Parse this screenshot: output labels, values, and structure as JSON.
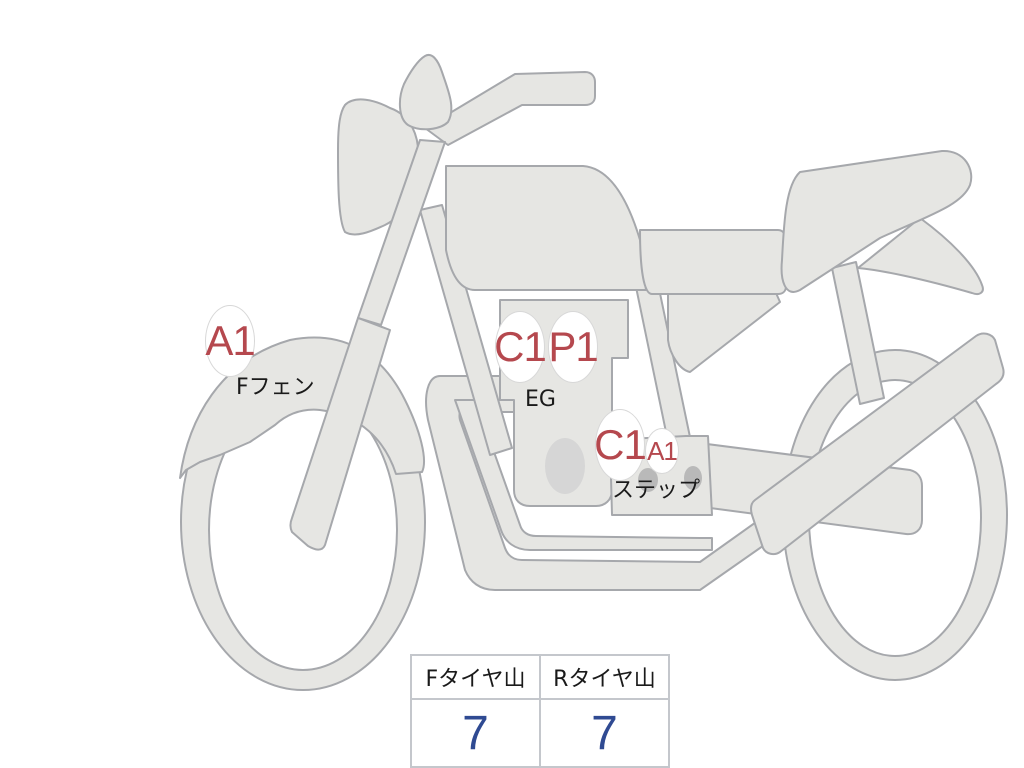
{
  "diagram": {
    "subject": "motorcycle",
    "colors": {
      "body_fill": "#e6e6e3",
      "outline": "#a6a8ac",
      "marker_text": "#b5484e",
      "tread_value": "#2f4a92"
    }
  },
  "markers": [
    {
      "code": "A1",
      "part": "Fフェン",
      "size": "large"
    },
    {
      "code": "C1",
      "part": "EG",
      "size": "large"
    },
    {
      "code": "P1",
      "part": "EG",
      "size": "large"
    },
    {
      "code": "C1",
      "part": "ステップ",
      "size": "large"
    },
    {
      "code": "A1",
      "part": "ステップ",
      "size": "small"
    }
  ],
  "part_labels": {
    "front_fender": "Fフェン",
    "engine": "EG",
    "step": "ステップ"
  },
  "tread_table": {
    "headers": [
      "Fタイヤ山",
      "Rタイヤ山"
    ],
    "values": [
      "7",
      "7"
    ]
  }
}
